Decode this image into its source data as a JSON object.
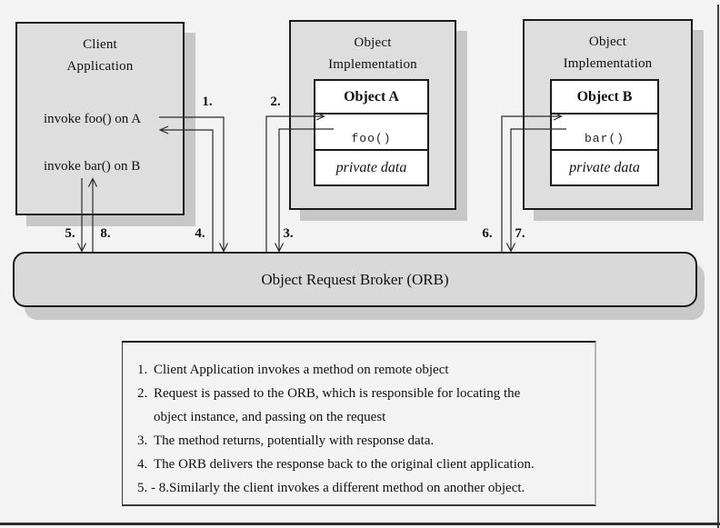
{
  "colors": {
    "background": "#f3f3f3",
    "box_fill": "#dedede",
    "box_shadow": "#c7c7c7",
    "orb_fill": "#d9d9d9",
    "border": "#1a1a1a",
    "line": "#2a2a2a"
  },
  "client": {
    "title_line1": "Client",
    "title_line2": "Application",
    "invoke_foo": "invoke foo() on A",
    "invoke_bar": "invoke bar() on B"
  },
  "object_a": {
    "title_line1": "Object",
    "title_line2": "Implementation",
    "name": "Object A",
    "method": "foo()",
    "private_data": "private data"
  },
  "object_b": {
    "title_line1": "Object",
    "title_line2": "Implementation",
    "name": "Object B",
    "method": "bar()",
    "private_data": "private data"
  },
  "orb": {
    "label": "Object Request Broker (ORB)"
  },
  "steps": {
    "s1": "1.",
    "s2": "2.",
    "s3": "3.",
    "s4": "4.",
    "s5": "5.",
    "s6": "6.",
    "s7": "7.",
    "s8": "8."
  },
  "legend": {
    "rows": [
      {
        "num": "1.",
        "text": "Client Application invokes a method on remote object"
      },
      {
        "num": "2.",
        "text": "Request is passed to the ORB, which is responsible for locating the"
      },
      {
        "num": "",
        "text": "object instance, and passing on the request"
      },
      {
        "num": "3.",
        "text": "The method returns, potentially with response data."
      },
      {
        "num": "4.",
        "text": "The ORB delivers the response back to the original client application."
      },
      {
        "num": "5. - 8.",
        "text": "Similarly the client invokes a different method on another object."
      }
    ]
  }
}
